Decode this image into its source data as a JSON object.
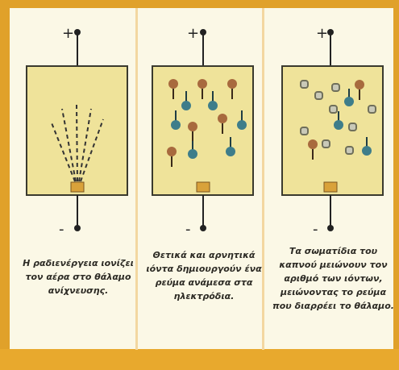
{
  "panels": [
    {
      "plus": "+",
      "minus": "-",
      "caption": "Η ραδιενέργεια ιονίζει τον αέρα στο θάλαμο ανίχνευσης."
    },
    {
      "plus": "+",
      "minus": "-",
      "caption": "Θετικά και αρνητικά ιόντα δημιουργούν ένα ρεύμα ανάμεσα στα ηλεκτρόδια."
    },
    {
      "plus": "+",
      "minus": "-",
      "caption": "Τα σωματίδια του καπνού μειώνουν τον αριθμό των ιόντων, μειώνοντας το ρεύμα που διαρρέει το θάλαμο."
    }
  ],
  "colors": {
    "chamber": "#efe39a",
    "positive_ion": "#a86a3e",
    "negative_ion": "#3e7d8a",
    "smoke": "#c9c9b8",
    "source": "#d9a23a"
  }
}
